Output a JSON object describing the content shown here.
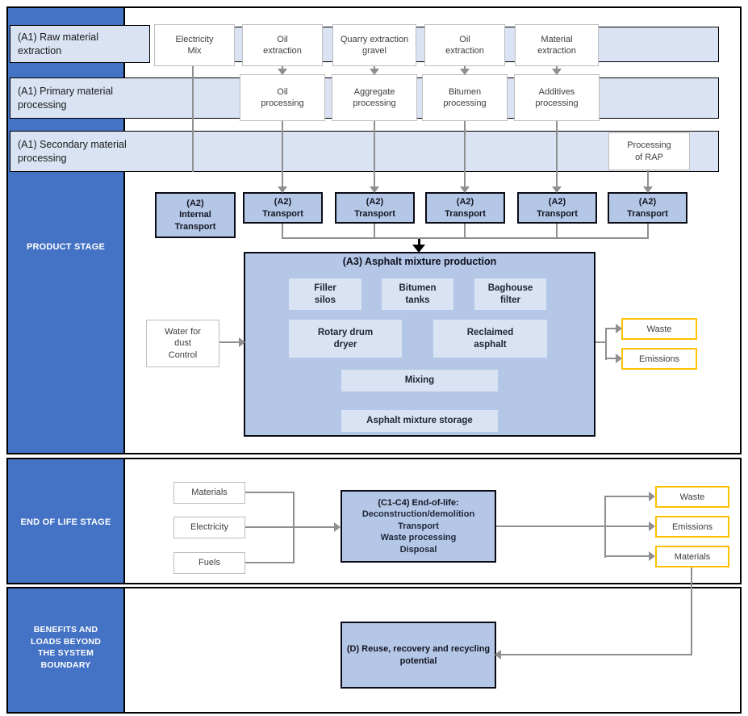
{
  "sections": {
    "product": {
      "label": "PRODUCT STAGE"
    },
    "end_of_life": {
      "label": "END OF LIFE STAGE"
    },
    "benefits": {
      "label": [
        "BENEFITS AND",
        "LOADS BEYOND",
        "THE SYSTEM",
        "BOUNDARY"
      ]
    }
  },
  "bands": {
    "raw_material_extraction": [
      "(A1) Raw material",
      "extraction"
    ],
    "primary_material_processing": [
      "(A1) Primary material",
      "processing"
    ],
    "secondary_material_processing": [
      "(A1) Secondary material",
      "processing"
    ]
  },
  "extraction": {
    "electricity_mix": [
      "Electricity",
      "Mix"
    ],
    "oil_extraction_1": [
      "Oil",
      "extraction"
    ],
    "quarry_extraction_gravel": [
      "Quarry extraction",
      "gravel"
    ],
    "oil_extraction_2": [
      "Oil",
      "extraction"
    ],
    "material_extraction": [
      "Material",
      "extraction"
    ]
  },
  "processing": {
    "oil": [
      "Oil",
      "processing"
    ],
    "aggregate": [
      "Aggregate",
      "processing"
    ],
    "bitumen": [
      "Bitumen",
      "processing"
    ],
    "additives": [
      "Additives",
      "processing"
    ],
    "rap": [
      "Processing",
      "of RAP"
    ]
  },
  "transport": {
    "internal": [
      "(A2)",
      "Internal",
      "Transport"
    ],
    "standard": [
      "(A2)",
      "Transport"
    ]
  },
  "a3": {
    "title": "(A3) Asphalt mixture production",
    "filler_silos": [
      "Filler",
      "silos"
    ],
    "bitumen_tanks": [
      "Bitumen",
      "tanks"
    ],
    "baghouse_filter": [
      "Baghouse",
      "filter"
    ],
    "rotary_drum_dryer": [
      "Rotary drum",
      "dryer"
    ],
    "reclaimed_asphalt": [
      "Reclaimed",
      "asphalt"
    ],
    "mixing": "Mixing",
    "asphalt_mixture_storage": "Asphalt mixture storage"
  },
  "water_input": [
    "Water for",
    "dust",
    "Control"
  ],
  "product_outputs": {
    "waste": "Waste",
    "emissions": "Emissions"
  },
  "eol": {
    "inputs": {
      "materials": "Materials",
      "electricity": "Electricity",
      "fuels": "Fuels"
    },
    "c_box": {
      "title": "(C1-C4) End-of-life:",
      "processes": [
        "Deconstruction/demolition",
        "Transport",
        "Waste processing",
        "Disposal"
      ]
    },
    "outputs": {
      "waste": "Waste",
      "emissions": "Emissions",
      "materials": "Materials"
    }
  },
  "d_box": [
    "(D) Reuse, recovery and recycling",
    "potential"
  ],
  "colors": {
    "sidebar_blue": "#4472c4",
    "band_light_blue": "#dae3f3",
    "module_blue": "#b4c7e7",
    "output_border_yellow": "#ffc000",
    "connector_gray": "#8f8f8f",
    "border_black": "#000000"
  }
}
